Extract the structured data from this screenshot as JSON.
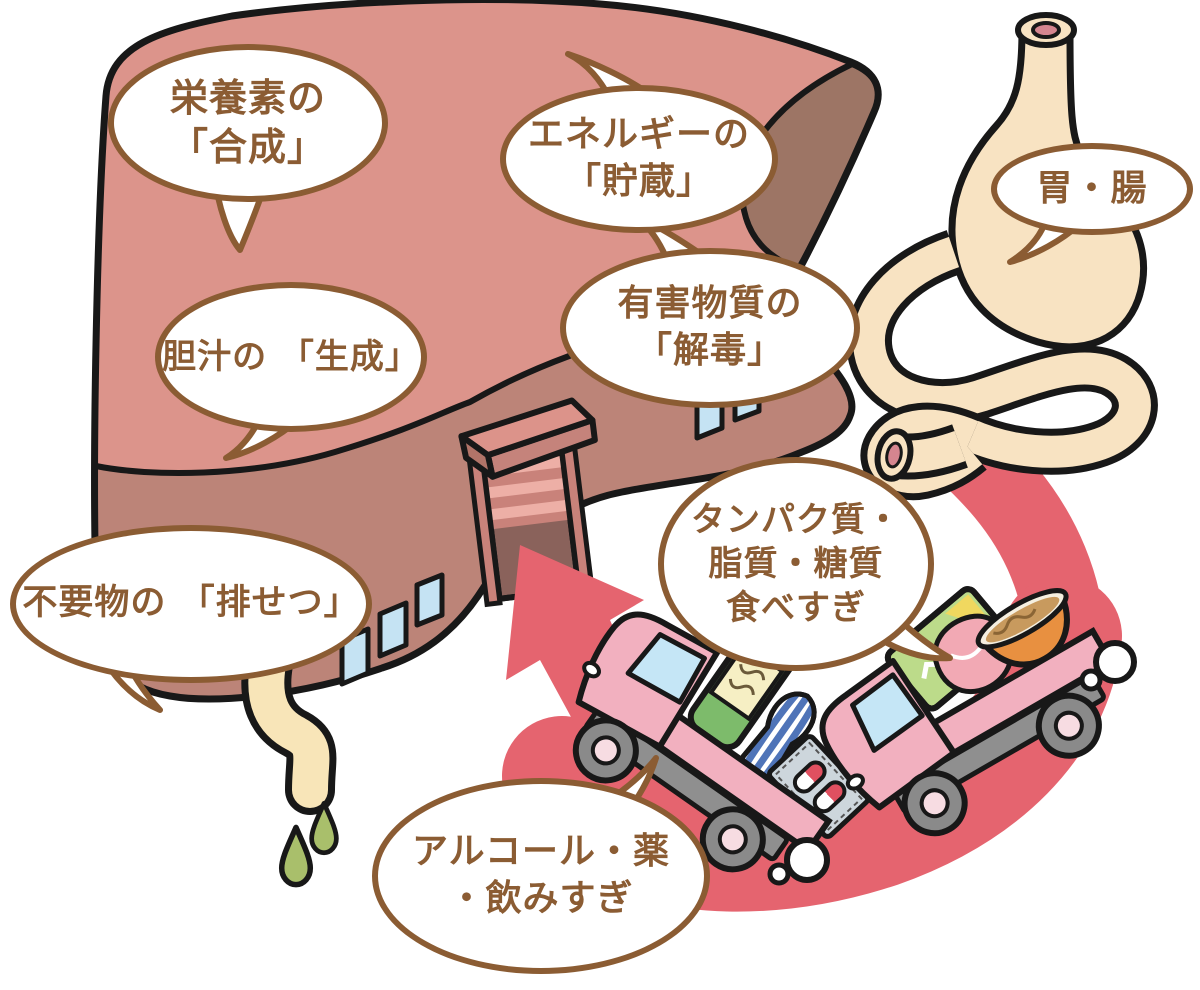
{
  "bubbles": {
    "synthesis": {
      "lines": [
        "栄養素の",
        "「合成」"
      ]
    },
    "storage": {
      "lines": [
        "エネルギーの",
        "「貯蔵」"
      ]
    },
    "stomach_intestine": {
      "lines": [
        "胃・腸"
      ]
    },
    "detox": {
      "lines": [
        "有害物質の",
        "「解毒」"
      ]
    },
    "bile": {
      "lines": [
        "胆汁の 「生成」"
      ]
    },
    "excretion": {
      "lines": [
        "不要物の 「排せつ」"
      ]
    },
    "overeating": {
      "lines": [
        "タンパク質・",
        "脂質・糖質",
        "食べすぎ"
      ]
    },
    "alcohol": {
      "lines": [
        "アルコール・薬",
        "・飲みすぎ"
      ]
    }
  },
  "colors": {
    "liver_top": "#DC948B",
    "liver_front": "#BC8478",
    "liver_side": "#9D7565",
    "outline": "#181818",
    "bubble_border": "#8B5C33",
    "bubble_text": "#8B5C33",
    "window_blue": "#C5E3F3",
    "road_red": "#E5646F",
    "intestine_cream": "#F8E3C2",
    "pipe_cream": "#F8E5B8",
    "bile_drop_green": "#A9BF6B",
    "truck_pink": "#F2B0BF"
  }
}
